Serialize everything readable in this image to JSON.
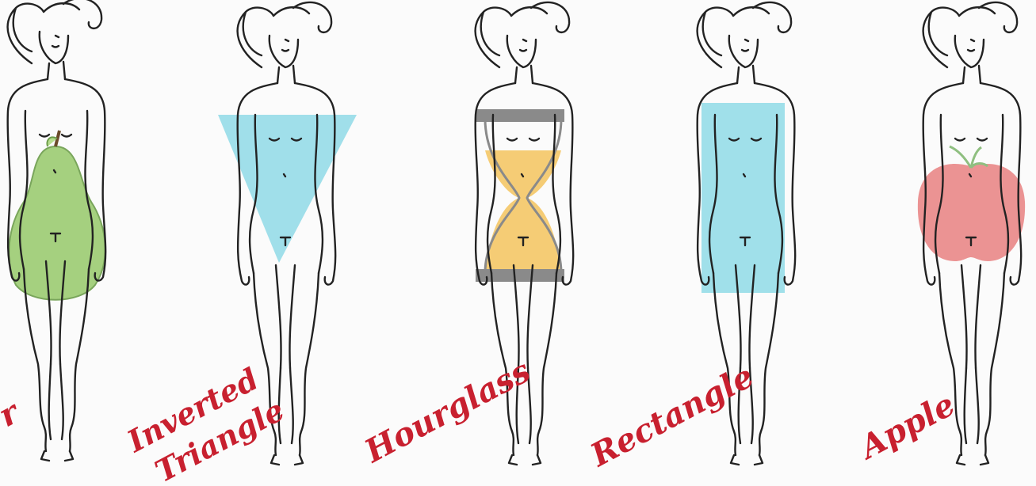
{
  "illustration": {
    "labels": {
      "pear_partial": "r",
      "inverted_triangle_line1": "Inverted",
      "inverted_triangle_line2": "Triangle",
      "hourglass": "Hourglass",
      "rectangle": "Rectangle",
      "apple": "Apple"
    },
    "colors": {
      "background": "#fbfbfb",
      "ink": "#222222",
      "label_red": "#c8202f",
      "pear_green": "#9ccc72",
      "triangle_blue": "#8fd9e6",
      "hourglass_sand": "#f4c766",
      "hourglass_frame": "#8a8a8a",
      "rectangle_blue": "#8fdbe6",
      "apple_red": "#e88080",
      "leaf_green": "#8fbf80"
    },
    "icons": [
      "pear-icon",
      "inverted-triangle-shape",
      "hourglass-icon",
      "rectangle-shape",
      "apple-icon"
    ]
  }
}
